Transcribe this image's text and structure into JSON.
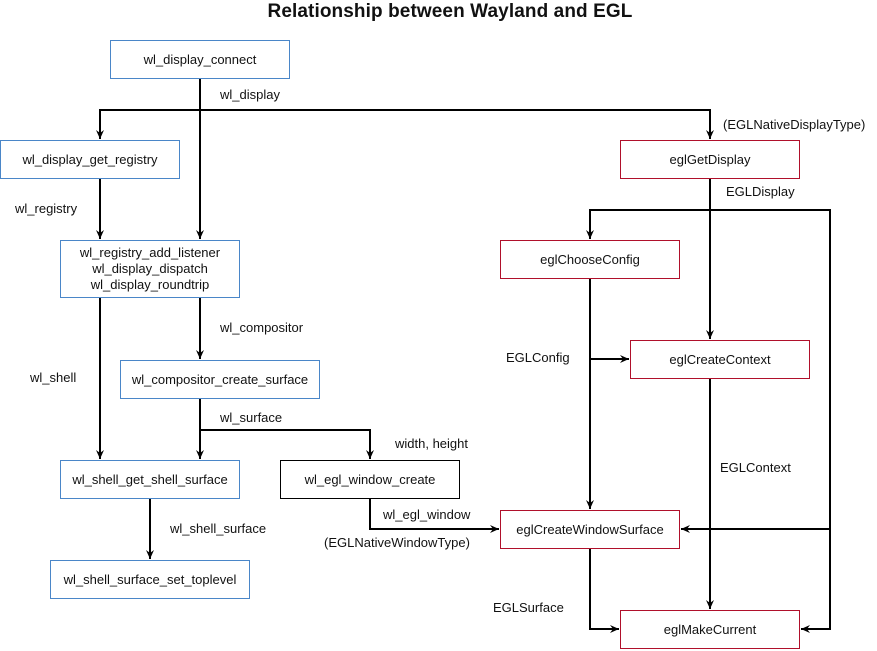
{
  "title": "Relationship between Wayland and EGL",
  "colors": {
    "wayland_border": "#4a86c8",
    "egl_border": "#b0102b",
    "neutral_border": "#000000",
    "line": "#000000"
  },
  "nodes": {
    "wl_display_connect": {
      "label": "wl_display_connect",
      "group": "wayland"
    },
    "wl_display_get_registry": {
      "label": "wl_display_get_registry",
      "group": "wayland"
    },
    "wl_registry_block": {
      "lines": [
        "wl_registry_add_listener",
        "wl_display_dispatch",
        "wl_display_roundtrip"
      ],
      "group": "wayland"
    },
    "wl_compositor_create_surface": {
      "label": "wl_compositor_create_surface",
      "group": "wayland"
    },
    "wl_shell_get_shell_surface": {
      "label": "wl_shell_get_shell_surface",
      "group": "wayland"
    },
    "wl_shell_surface_set_toplevel": {
      "label": "wl_shell_surface_set_toplevel",
      "group": "wayland"
    },
    "wl_egl_window_create": {
      "label": "wl_egl_window_create",
      "group": "neutral"
    },
    "eglGetDisplay": {
      "label": "eglGetDisplay",
      "group": "egl"
    },
    "eglChooseConfig": {
      "label": "eglChooseConfig",
      "group": "egl"
    },
    "eglCreateContext": {
      "label": "eglCreateContext",
      "group": "egl"
    },
    "eglCreateWindowSurface": {
      "label": "eglCreateWindowSurface",
      "group": "egl"
    },
    "eglMakeCurrent": {
      "label": "eglMakeCurrent",
      "group": "egl"
    }
  },
  "edge_labels": {
    "wl_display": "wl_display",
    "egl_native_display_type": "(EGLNativeDisplayType)",
    "wl_registry": "wl_registry",
    "egl_display": "EGLDisplay",
    "wl_compositor": "wl_compositor",
    "wl_shell": "wl_shell",
    "egl_config": "EGLConfig",
    "wl_surface": "wl_surface",
    "width_height": "width, height",
    "egl_context": "EGLContext",
    "wl_shell_surface": "wl_shell_surface",
    "wl_egl_window": "wl_egl_window",
    "egl_native_window_type": "(EGLNativeWindowType)",
    "egl_surface": "EGLSurface"
  },
  "edges": [
    {
      "from": "wl_display_connect",
      "to": "wl_display_get_registry",
      "label": "wl_display"
    },
    {
      "from": "wl_display_connect",
      "to": "wl_registry_block",
      "label": "wl_display"
    },
    {
      "from": "wl_display_connect",
      "to": "eglGetDisplay",
      "label": "wl_display (EGLNativeDisplayType)"
    },
    {
      "from": "wl_display_get_registry",
      "to": "wl_registry_block",
      "label": "wl_registry"
    },
    {
      "from": "wl_registry_block",
      "to": "wl_compositor_create_surface",
      "label": "wl_compositor"
    },
    {
      "from": "wl_registry_block",
      "to": "wl_shell_get_shell_surface",
      "label": "wl_shell"
    },
    {
      "from": "wl_compositor_create_surface",
      "to": "wl_shell_get_shell_surface",
      "label": "wl_surface"
    },
    {
      "from": "wl_compositor_create_surface",
      "to": "wl_egl_window_create",
      "label": "wl_surface; width, height"
    },
    {
      "from": "wl_shell_get_shell_surface",
      "to": "wl_shell_surface_set_toplevel",
      "label": "wl_shell_surface"
    },
    {
      "from": "wl_egl_window_create",
      "to": "eglCreateWindowSurface",
      "label": "wl_egl_window (EGLNativeWindowType)"
    },
    {
      "from": "eglGetDisplay",
      "to": "eglChooseConfig",
      "label": "EGLDisplay"
    },
    {
      "from": "eglGetDisplay",
      "to": "eglCreateContext",
      "label": "EGLDisplay"
    },
    {
      "from": "eglGetDisplay",
      "to": "eglCreateWindowSurface",
      "label": "EGLDisplay"
    },
    {
      "from": "eglGetDisplay",
      "to": "eglMakeCurrent",
      "label": "EGLDisplay"
    },
    {
      "from": "eglChooseConfig",
      "to": "eglCreateContext",
      "label": "EGLConfig"
    },
    {
      "from": "eglChooseConfig",
      "to": "eglCreateWindowSurface",
      "label": "EGLConfig"
    },
    {
      "from": "eglCreateContext",
      "to": "eglMakeCurrent",
      "label": "EGLContext"
    },
    {
      "from": "eglCreateWindowSurface",
      "to": "eglMakeCurrent",
      "label": "EGLSurface"
    }
  ]
}
